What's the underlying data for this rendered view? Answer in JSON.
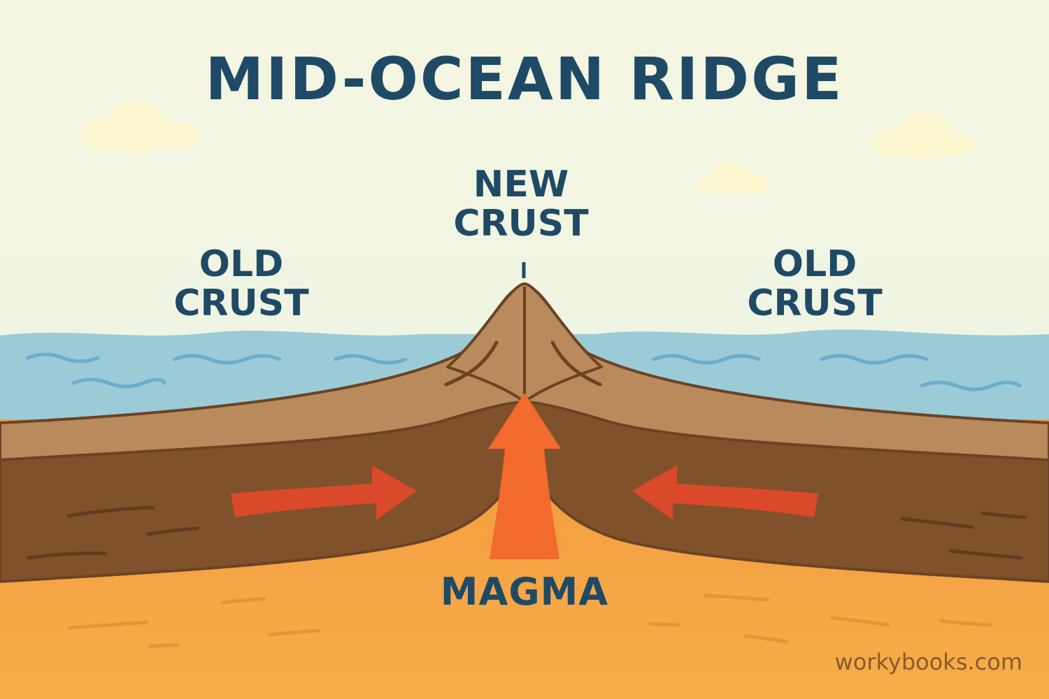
{
  "diagram": {
    "title": "MID-OCEAN RIDGE",
    "labels": {
      "new_crust": [
        "NEW",
        "CRUST"
      ],
      "old_crust_left": [
        "OLD",
        "CRUST"
      ],
      "old_crust_right": [
        "OLD",
        "CRUST"
      ],
      "magma": "MAGMA"
    },
    "watermark": "workybooks.com",
    "colors": {
      "sky": "#f3f6df",
      "cloud": "#fbf5cf",
      "ocean": "#9ccbd8",
      "wave": "#6aaecd",
      "crust_light": "#b98a5c",
      "crust_dark": "#80522c",
      "outline": "#6b4324",
      "magma": "#f5a744",
      "arrow_red": "#d9492a",
      "arrow_orange": "#f26a2c",
      "text": "#1f4a66"
    }
  }
}
